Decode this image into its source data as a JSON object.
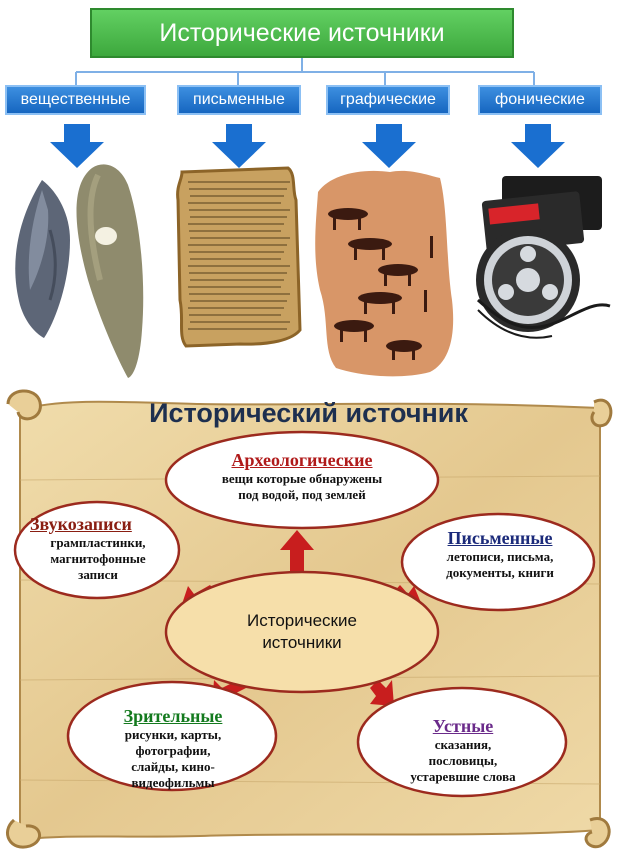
{
  "header": {
    "title": "Исторические источники"
  },
  "categories": [
    {
      "label": "вещественные"
    },
    {
      "label": "письменные"
    },
    {
      "label": "графические"
    },
    {
      "label": "фонические"
    }
  ],
  "colors": {
    "title_green": "#4cbc4c",
    "category_blue": "#1f74d0",
    "arrow_blue": "#1a6fd0",
    "arrow_red": "#c81e1e",
    "scroll": "#e7cf9c"
  },
  "scroll": {
    "title": "Исторический источник",
    "center": {
      "line1": "Исторические",
      "line2": "источники"
    },
    "nodes": {
      "archaeological": {
        "heading": "Археологические",
        "line1": "вещи которые обнаружены",
        "line2": "под водой,  под землей",
        "color": "#b01a1a"
      },
      "sound": {
        "heading": "Звукозаписи",
        "line1": "грампластинки,",
        "line2": "магнитофонные",
        "line3": "записи",
        "color": "#8a1e12"
      },
      "written": {
        "heading": "Письменные",
        "line1": "летописи, письма,",
        "line2": "документы, книги",
        "color": "#1b2a7a"
      },
      "visual": {
        "heading": "Зрительные",
        "line1": "рисунки, карты,",
        "line2": "фотографии,",
        "line3": "слайды, кино-",
        "line4": "видеофильмы",
        "color": "#137a1e"
      },
      "oral": {
        "heading": "Устные",
        "line1": "сказания,",
        "line2": "пословицы,",
        "line3": "устаревшие слова",
        "color": "#6a2a8a"
      }
    }
  }
}
